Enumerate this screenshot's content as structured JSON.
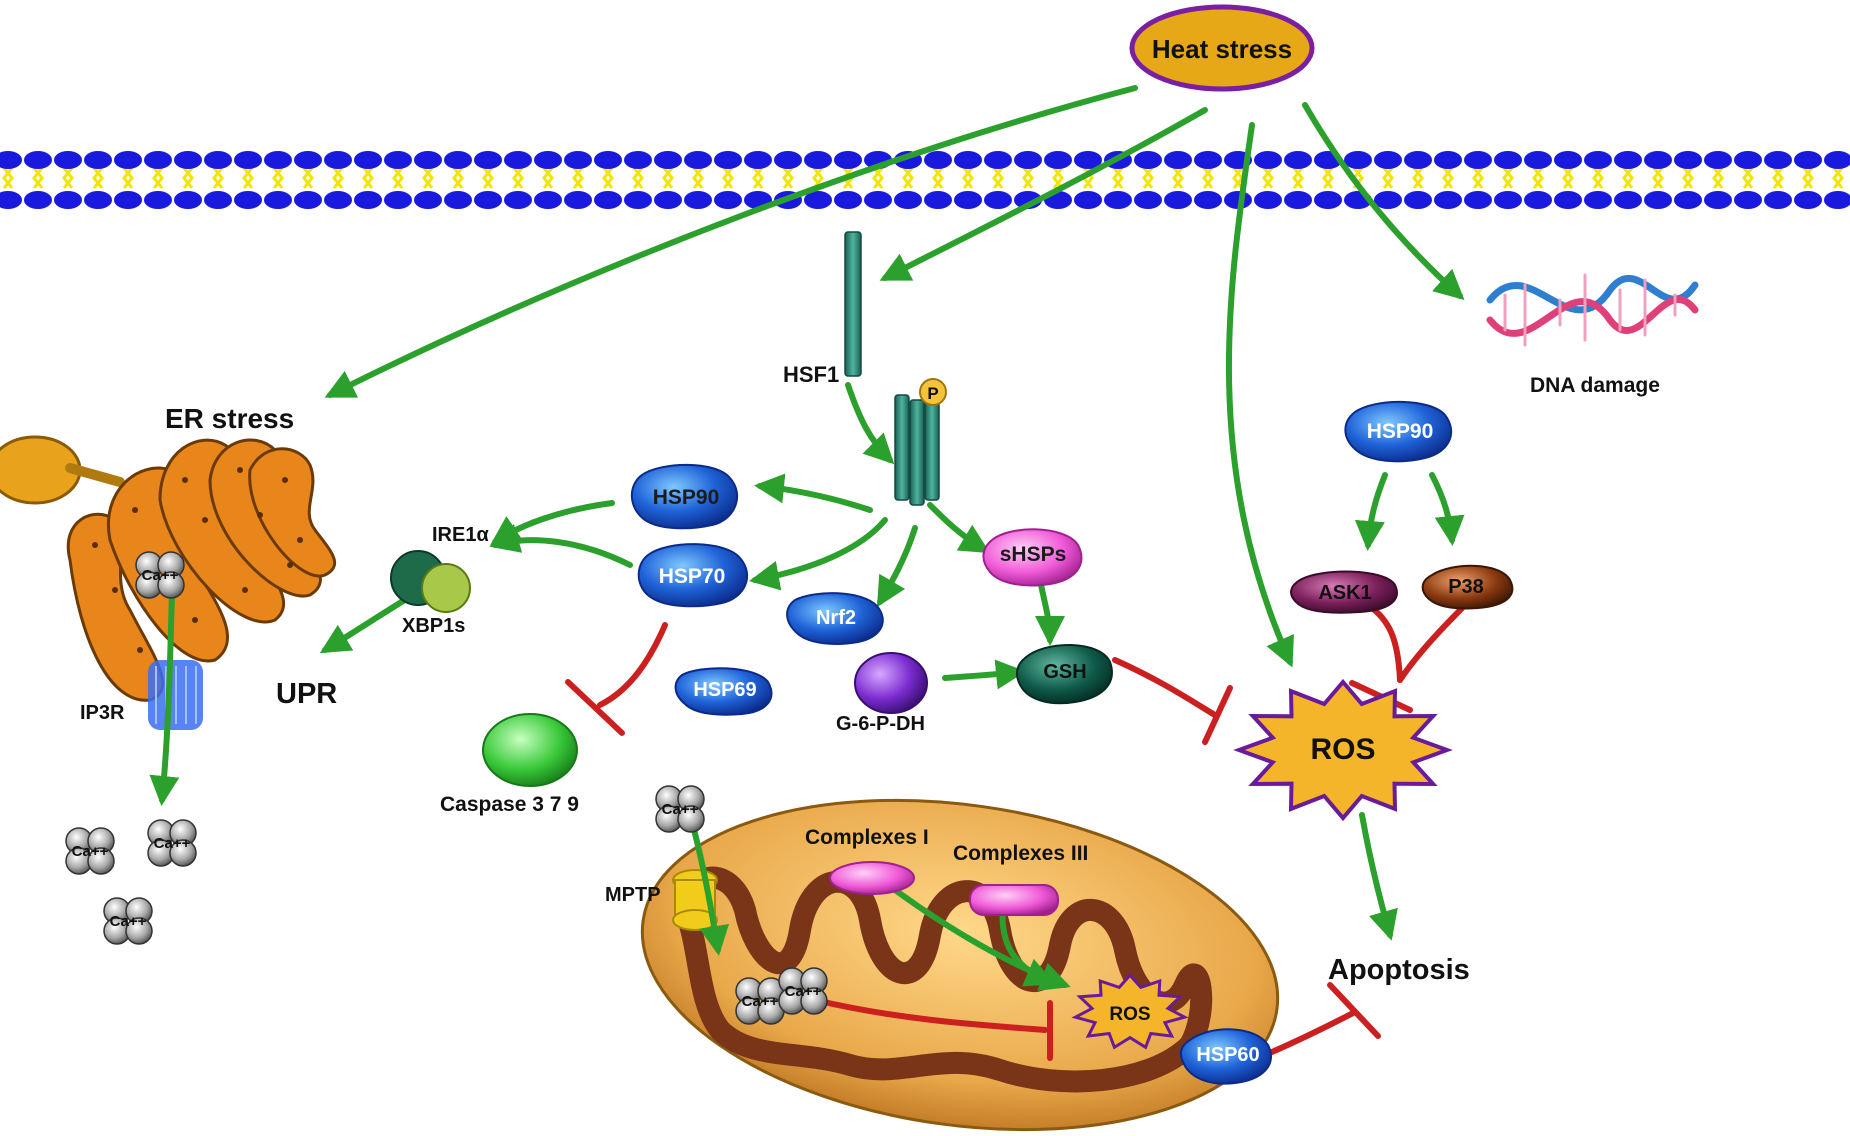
{
  "labels": {
    "heat_stress": "Heat stress",
    "er_stress": "ER stress",
    "upr": "UPR",
    "ip3r": "IP3R",
    "ire1a": "IRE1α",
    "xbp1s": "XBP1s",
    "hsf1": "HSF1",
    "phospho": "P",
    "hsp90_center": "HSP90",
    "hsp70": "HSP70",
    "shsps": "sHSPs",
    "nrf2": "Nrf2",
    "hsp69": "HSP69",
    "g6pdh": "G-6-P-DH",
    "gsh": "GSH",
    "caspase": "Caspase 3 7 9",
    "dna_damage": "DNA damage",
    "hsp90_right": "HSP90",
    "ask1": "ASK1",
    "p38": "P38",
    "ros": "ROS",
    "apoptosis": "Apoptosis",
    "complexes_i": "Complexes I",
    "complexes_iii": "Complexes III",
    "mptp": "MPTP",
    "ros_mito": "ROS",
    "hsp60": "HSP60",
    "calcium": "Ca++"
  },
  "colors": {
    "activation_arrow": "#2ca02c",
    "inhibition": "#cc1f1f",
    "membrane_head": "#1a1adf",
    "membrane_tail": "#f2e600",
    "er_body": "#e8861c",
    "mito_outer": "#e9a84a",
    "mito_inner": "#7a3518",
    "heat_stress_fill": "#e6a817",
    "heat_stress_border": "#7b1fa2",
    "ros_fill": "#f5b52a",
    "ros_border": "#6a1b9a",
    "hsp_blue": "#1f63d8",
    "shsps": "#f05ad8",
    "gsh": "#0f5a48",
    "g6pdh": "#7b2bd0",
    "caspase": "#39c93a",
    "ask1": "#7a1f5a",
    "p38": "#8b3a10",
    "hsf1": "#2b8a78",
    "complexes": "#e55ae0"
  }
}
